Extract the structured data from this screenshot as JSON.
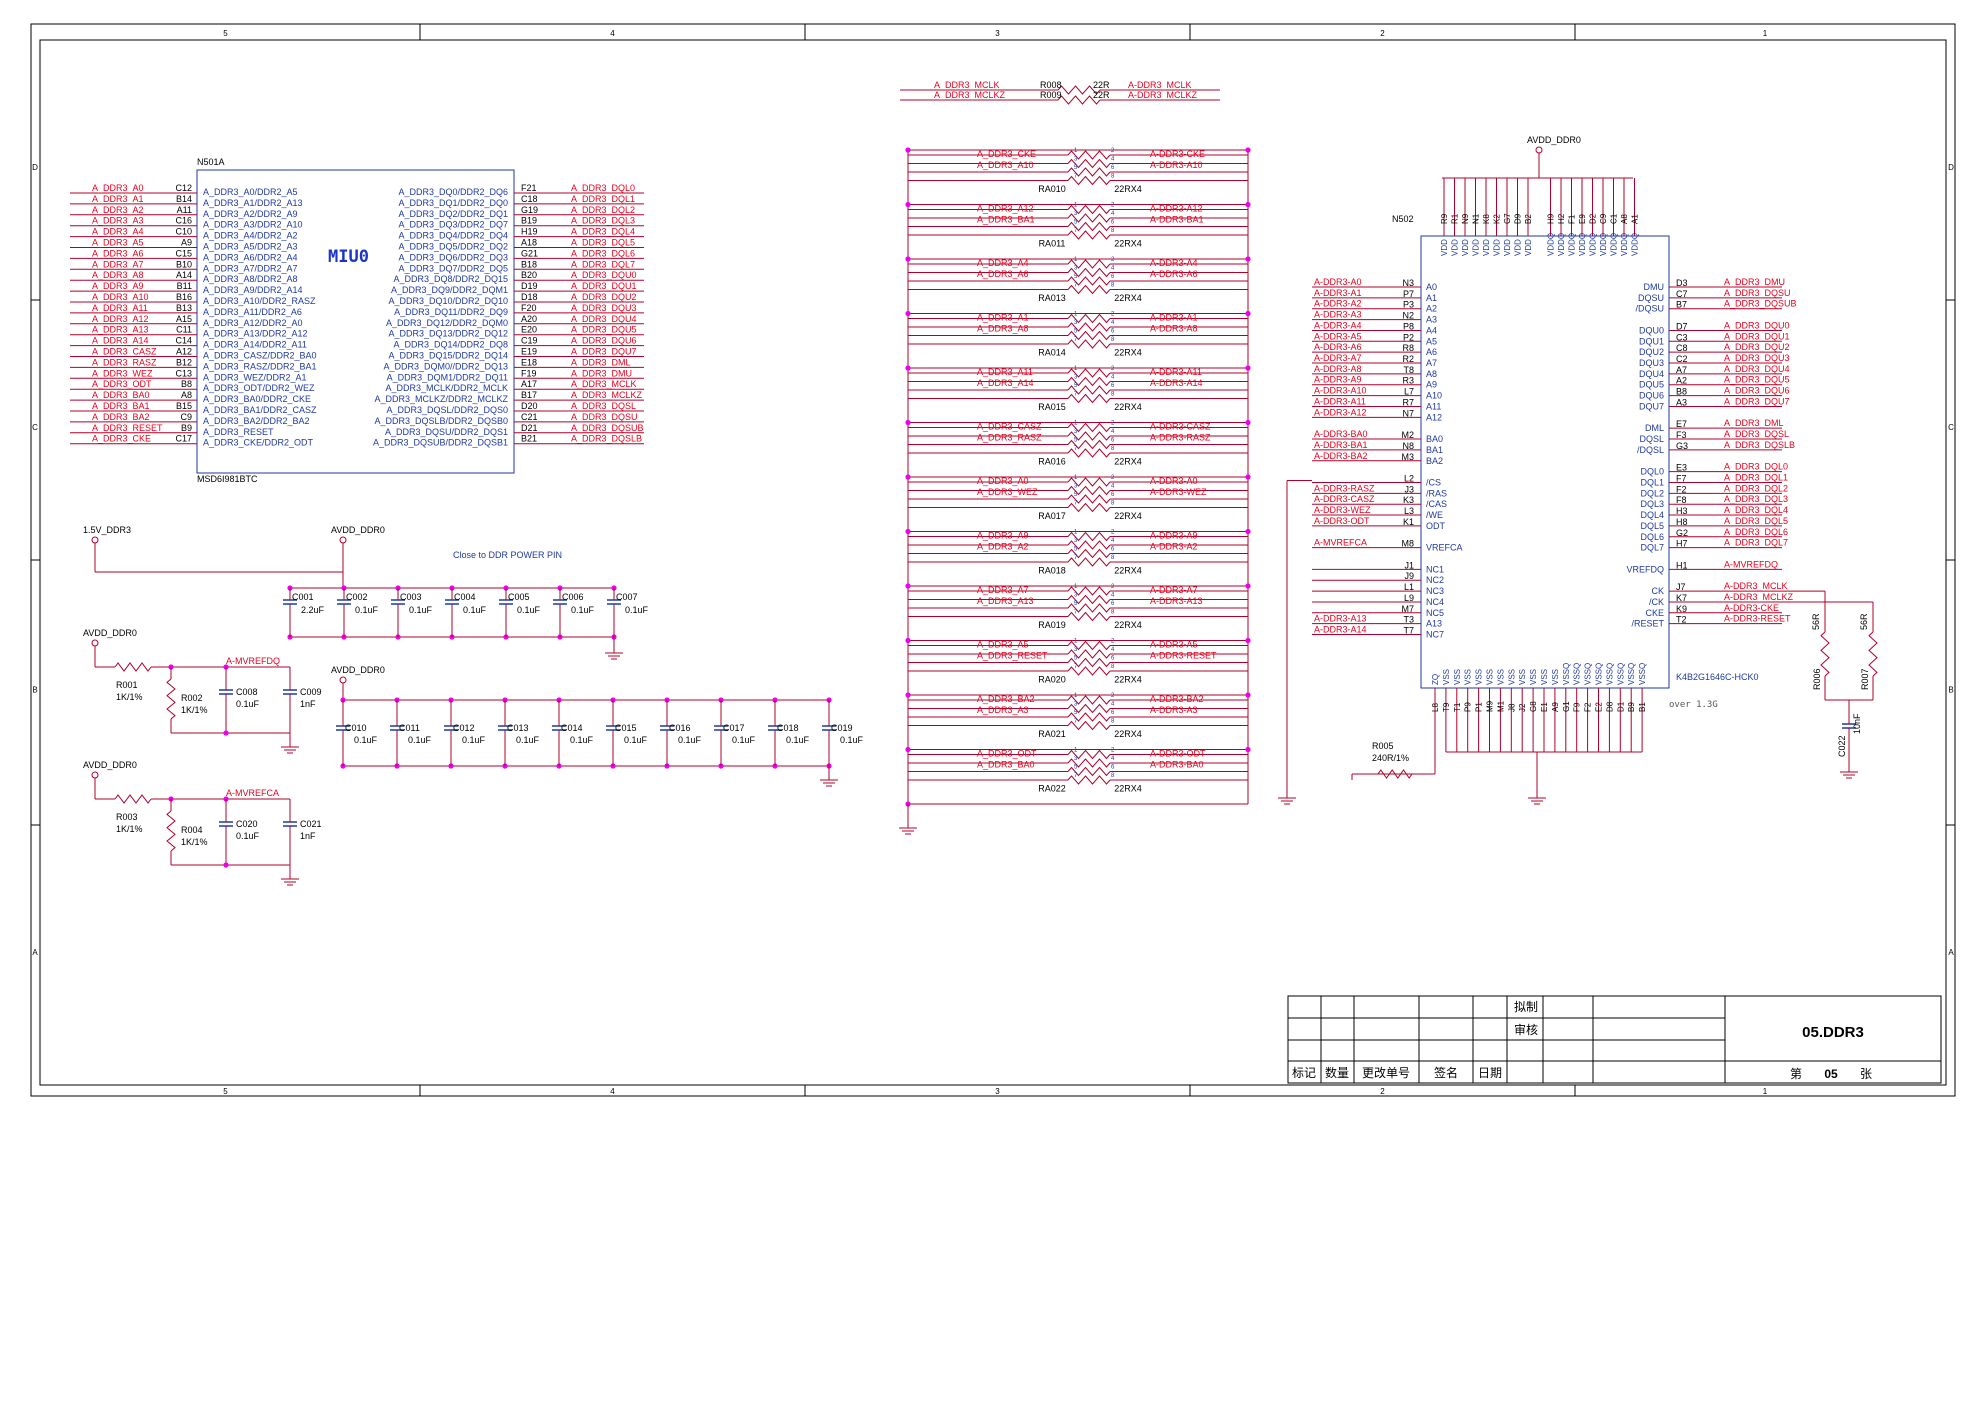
{
  "colors": {
    "wire": "#b0002a",
    "net": "#e8001c",
    "text": "#1f3aa0",
    "pin": "#000000",
    "junction": "#ee00ee",
    "frame": "#000000"
  },
  "frame": {
    "cols_top": [
      "5",
      "4",
      "3",
      "2",
      "1"
    ],
    "rows_left": [
      "D",
      "C",
      "B",
      "A"
    ]
  },
  "u1": {
    "ref": "N501A",
    "part": "MSD6I981BTC",
    "logo": "MIU0",
    "left": [
      {
        "net": "A_DDR3_A0",
        "pin": "C12",
        "sig": "A_DDR3_A0/DDR2_A5"
      },
      {
        "net": "A_DDR3_A1",
        "pin": "B14",
        "sig": "A_DDR3_A1/DDR2_A13"
      },
      {
        "net": "A_DDR3_A2",
        "pin": "A11",
        "sig": "A_DDR3_A2/DDR2_A9"
      },
      {
        "net": "A_DDR3_A3",
        "pin": "C16",
        "sig": "A_DDR3_A3/DDR2_A10"
      },
      {
        "net": "A_DDR3_A4",
        "pin": "C10",
        "sig": "A_DDR3_A4/DDR2_A2"
      },
      {
        "net": "A_DDR3_A5",
        "pin": "A9",
        "sig": "A_DDR3_A5/DDR2_A3"
      },
      {
        "net": "A_DDR3_A6",
        "pin": "C15",
        "sig": "A_DDR3_A6/DDR2_A4"
      },
      {
        "net": "A_DDR3_A7",
        "pin": "B10",
        "sig": "A_DDR3_A7/DDR2_A7"
      },
      {
        "net": "A_DDR3_A8",
        "pin": "A14",
        "sig": "A_DDR3_A8/DDR2_A8"
      },
      {
        "net": "A_DDR3_A9",
        "pin": "B11",
        "sig": "A_DDR3_A9/DDR2_A14"
      },
      {
        "net": "A_DDR3_A10",
        "pin": "B16",
        "sig": "A_DDR3_A10/DDR2_RASZ"
      },
      {
        "net": "A_DDR3_A11",
        "pin": "B13",
        "sig": "A_DDR3_A11/DDR2_A6"
      },
      {
        "net": "A_DDR3_A12",
        "pin": "A15",
        "sig": "A_DDR3_A12/DDR2_A0"
      },
      {
        "net": "A_DDR3_A13",
        "pin": "C11",
        "sig": "A_DDR3_A13/DDR2_A12"
      },
      {
        "net": "A_DDR3_A14",
        "pin": "C14",
        "sig": "A_DDR3_A14/DDR2_A11"
      },
      {
        "net": "A_DDR3_CASZ",
        "pin": "A12",
        "sig": "A_DDR3_CASZ/DDR2_BA0"
      },
      {
        "net": "A_DDR3_RASZ",
        "pin": "B12",
        "sig": "A_DDR3_RASZ/DDR2_BA1"
      },
      {
        "net": "A_DDR3_WEZ",
        "pin": "C13",
        "sig": "A_DDR3_WEZ/DDR2_A1"
      },
      {
        "net": "A_DDR3_ODT",
        "pin": "B8",
        "sig": "A_DDR3_ODT/DDR2_WEZ"
      },
      {
        "net": "A_DDR3_BA0",
        "pin": "A8",
        "sig": "A_DDR3_BA0/DDR2_CKE"
      },
      {
        "net": "A_DDR3_BA1",
        "pin": "B15",
        "sig": "A_DDR3_BA1/DDR2_CASZ"
      },
      {
        "net": "A_DDR3_BA2",
        "pin": "C9",
        "sig": "A_DDR3_BA2/DDR2_BA2"
      },
      {
        "net": "A_DDR3_RESET",
        "pin": "B9",
        "sig": "A_DDR3_RESET"
      },
      {
        "net": "A_DDR3_CKE",
        "pin": "C17",
        "sig": "A_DDR3_CKE/DDR2_ODT"
      }
    ],
    "right": [
      {
        "net": "A_DDR3_DQL0",
        "pin": "F21",
        "sig": "A_DDR3_DQ0/DDR2_DQ6"
      },
      {
        "net": "A_DDR3_DQL1",
        "pin": "C18",
        "sig": "A_DDR3_DQ1/DDR2_DQ0"
      },
      {
        "net": "A_DDR3_DQL2",
        "pin": "G19",
        "sig": "A_DDR3_DQ2/DDR2_DQ1"
      },
      {
        "net": "A_DDR3_DQL3",
        "pin": "B19",
        "sig": "A_DDR3_DQ3/DDR2_DQ7"
      },
      {
        "net": "A_DDR3_DQL4",
        "pin": "H19",
        "sig": "A_DDR3_DQ4/DDR2_DQ4"
      },
      {
        "net": "A_DDR3_DQL5",
        "pin": "A18",
        "sig": "A_DDR3_DQ5/DDR2_DQ2"
      },
      {
        "net": "A_DDR3_DQL6",
        "pin": "G21",
        "sig": "A_DDR3_DQ6/DDR2_DQ3"
      },
      {
        "net": "A_DDR3_DQL7",
        "pin": "B18",
        "sig": "A_DDR3_DQ7/DDR2_DQ5"
      },
      {
        "net": "A_DDR3_DQU0",
        "pin": "B20",
        "sig": "A_DDR3_DQ8/DDR2_DQ15"
      },
      {
        "net": "A_DDR3_DQU1",
        "pin": "D19",
        "sig": "A_DDR3_DQ9/DDR2_DQM1"
      },
      {
        "net": "A_DDR3_DQU2",
        "pin": "D18",
        "sig": "A_DDR3_DQ10/DDR2_DQ10"
      },
      {
        "net": "A_DDR3_DQU3",
        "pin": "F20",
        "sig": "A_DDR3_DQ11/DDR2_DQ9"
      },
      {
        "net": "A_DDR3_DQU4",
        "pin": "A20",
        "sig": "A_DDR3_DQ12/DDR2_DQM0"
      },
      {
        "net": "A_DDR3_DQU5",
        "pin": "E20",
        "sig": "A_DDR3_DQ13/DDR2_DQ12"
      },
      {
        "net": "A_DDR3_DQU6",
        "pin": "C19",
        "sig": "A_DDR3_DQ14/DDR2_DQ8"
      },
      {
        "net": "A_DDR3_DQU7",
        "pin": "E19",
        "sig": "A_DDR3_DQ15/DDR2_DQ14"
      },
      {
        "net": "A_DDR3_DML",
        "pin": "E18",
        "sig": "A_DDR3_DQM0//DDR2_DQ13"
      },
      {
        "net": "A_DDR3_DMU",
        "pin": "F19",
        "sig": "A_DDR3_DQM1/DDR2_DQ11"
      },
      {
        "net": "A_DDR3_MCLK",
        "pin": "A17",
        "sig": "A_DDR3_MCLK/DDR2_MCLK"
      },
      {
        "net": "A_DDR3_MCLKZ",
        "pin": "B17",
        "sig": "A_DDR3_MCLKZ/DDR2_MCLKZ"
      },
      {
        "net": "A_DDR3_DQSL",
        "pin": "D20",
        "sig": "A_DDR3_DQSL/DDR2_DQS0"
      },
      {
        "net": "A_DDR3_DQSU",
        "pin": "C21",
        "sig": "A_DDR3_DQSLB/DDR2_DQSB0"
      },
      {
        "net": "A_DDR3_DQSUB",
        "pin": "D21",
        "sig": "A_DDR3_DQSU/DDR2_DQS1"
      },
      {
        "net": "A_DDR3_DQSLB",
        "pin": "B21",
        "sig": "A_DDR3_DQSUB/DDR2_DQSB1"
      }
    ]
  },
  "rails": {
    "v15": "1.5V_DDR3",
    "avdd": "AVDD_DDR0",
    "note": "Close to DDR POWER PIN"
  },
  "caps1": [
    {
      "ref": "C001",
      "val": "2.2uF"
    },
    {
      "ref": "C002",
      "val": "0.1uF"
    },
    {
      "ref": "C003",
      "val": "0.1uF"
    },
    {
      "ref": "C004",
      "val": "0.1uF"
    },
    {
      "ref": "C005",
      "val": "0.1uF"
    },
    {
      "ref": "C006",
      "val": "0.1uF"
    },
    {
      "ref": "C007",
      "val": "0.1uF"
    }
  ],
  "caps2": [
    {
      "ref": "C010",
      "val": "0.1uF"
    },
    {
      "ref": "C011",
      "val": "0.1uF"
    },
    {
      "ref": "C012",
      "val": "0.1uF"
    },
    {
      "ref": "C013",
      "val": "0.1uF"
    },
    {
      "ref": "C014",
      "val": "0.1uF"
    },
    {
      "ref": "C015",
      "val": "0.1uF"
    },
    {
      "ref": "C016",
      "val": "0.1uF"
    },
    {
      "ref": "C017",
      "val": "0.1uF"
    },
    {
      "ref": "C018",
      "val": "0.1uF"
    },
    {
      "ref": "C019",
      "val": "0.1uF"
    }
  ],
  "dividers": [
    {
      "rail": "AVDD_DDR0",
      "net": "A-MVREFDQ",
      "r1": "R001",
      "r1v": "1K/1%",
      "r2": "R002",
      "r2v": "1K/1%",
      "c1": "C008",
      "c1v": "0.1uF",
      "c2": "C009",
      "c2v": "1nF"
    },
    {
      "rail": "AVDD_DDR0",
      "net": "A-MVREFCA",
      "r1": "R003",
      "r1v": "1K/1%",
      "r2": "R004",
      "r2v": "1K/1%",
      "c1": "C020",
      "c1v": "0.1uF",
      "c2": "C021",
      "c2v": "1nF"
    }
  ],
  "clk": [
    {
      "ref": "R008",
      "val": "22R",
      "in": "A_DDR3_MCLK",
      "out": "A-DDR3_MCLK"
    },
    {
      "ref": "R009",
      "val": "22R",
      "in": "A_DDR3_MCLKZ",
      "out": "A-DDR3_MCLKZ"
    }
  ],
  "arrays": [
    {
      "ref": "RA010",
      "val": "22RX4",
      "nets": [
        [
          "A_DDR3_CKE",
          "A-DDR3-CKE"
        ],
        [
          "A_DDR3_A10",
          "A-DDR3-A10"
        ]
      ]
    },
    {
      "ref": "RA011",
      "val": "22RX4",
      "nets": [
        [
          "A_DDR3_A12",
          "A-DDR3-A12"
        ],
        [
          "A_DDR3_BA1",
          "A-DDR3-BA1"
        ]
      ]
    },
    {
      "ref": "RA013",
      "val": "22RX4",
      "nets": [
        [
          "A_DDR3_A4",
          "A-DDR3-A4"
        ],
        [
          "A_DDR3_A6",
          "A-DDR3-A6"
        ]
      ]
    },
    {
      "ref": "RA014",
      "val": "22RX4",
      "nets": [
        [
          "A_DDR3_A1",
          "A-DDR3-A1"
        ],
        [
          "A_DDR3_A8",
          "A-DDR3-A8"
        ]
      ]
    },
    {
      "ref": "RA015",
      "val": "22RX4",
      "nets": [
        [
          "A_DDR3_A11",
          "A-DDR3-A11"
        ],
        [
          "A_DDR3_A14",
          "A-DDR3-A14"
        ]
      ]
    },
    {
      "ref": "RA016",
      "val": "22RX4",
      "nets": [
        [
          "A_DDR3_CASZ",
          "A-DDR3-CASZ"
        ],
        [
          "A_DDR3_RASZ",
          "A-DDR3-RASZ"
        ]
      ]
    },
    {
      "ref": "RA017",
      "val": "22RX4",
      "nets": [
        [
          "A_DDR3_A0",
          "A-DDR3-A0"
        ],
        [
          "A_DDR3_WEZ",
          "A-DDR3-WEZ"
        ]
      ]
    },
    {
      "ref": "RA018",
      "val": "22RX4",
      "nets": [
        [
          "A_DDR3_A9",
          "A-DDR3-A9"
        ],
        [
          "A_DDR3_A2",
          "A-DDR3-A2"
        ]
      ]
    },
    {
      "ref": "RA019",
      "val": "22RX4",
      "nets": [
        [
          "A_DDR3_A7",
          "A-DDR3-A7"
        ],
        [
          "A_DDR3_A13",
          "A-DDR3-A13"
        ]
      ]
    },
    {
      "ref": "RA020",
      "val": "22RX4",
      "nets": [
        [
          "A_DDR3_A5",
          "A-DDR3-A5"
        ],
        [
          "A_DDR3_RESET",
          "A-DDR3-RESET"
        ]
      ]
    },
    {
      "ref": "RA021",
      "val": "22RX4",
      "nets": [
        [
          "A_DDR3_BA2",
          "A-DDR3-BA2"
        ],
        [
          "A_DDR3_A3",
          "A-DDR3-A3"
        ]
      ]
    },
    {
      "ref": "RA022",
      "val": "22RX4",
      "nets": [
        [
          "A_DDR3_ODT",
          "A-DDR3-ODT"
        ],
        [
          "A_DDR3_BA0",
          "A-DDR3-BA0"
        ]
      ]
    }
  ],
  "array_pins": [
    "1",
    "2",
    "3",
    "4",
    "5",
    "6",
    "7",
    "8"
  ],
  "u2": {
    "ref": "N502",
    "part": "K4B2G1646C-HCK0",
    "rail": "AVDD_DDR0",
    "top_pins": [
      "R9",
      "R1",
      "N9",
      "N1",
      "K8",
      "K2",
      "G7",
      "D9",
      "B2",
      "H9",
      "H2",
      "F1",
      "E9",
      "D2",
      "C9",
      "C1",
      "A8",
      "A1"
    ],
    "top_vdd": [
      "VDD",
      "VDD",
      "VDD",
      "VDD",
      "VDD",
      "VDD",
      "VDD",
      "VDD",
      "VDD",
      "VDDQ",
      "VDDQ",
      "VDDQ",
      "VDDQ",
      "VDDQ",
      "VDDQ",
      "VDDQ",
      "VDDQ",
      "VDDQ"
    ],
    "bot_pins": [
      "L8",
      "T9",
      "T1",
      "P9",
      "P1",
      "M9",
      "M1",
      "J8",
      "J2",
      "G8",
      "E1",
      "A9",
      "G1",
      "F9",
      "F2",
      "E2",
      "D8",
      "D1",
      "B9",
      "B1"
    ],
    "bot_sig": [
      "ZQ",
      "VSS",
      "VSS",
      "VSS",
      "VSS",
      "VSS",
      "VSS",
      "VSS",
      "VSS",
      "VSS",
      "VSS",
      "VSS",
      "VSSQ",
      "VSSQ",
      "VSSQ",
      "VSSQ",
      "VSSQ",
      "VSSQ",
      "VSSQ",
      "VSSQ"
    ],
    "left": [
      {
        "net": "A-DDR3-A0",
        "pin": "N3",
        "sig": "A0"
      },
      {
        "net": "A-DDR3-A1",
        "pin": "P7",
        "sig": "A1"
      },
      {
        "net": "A-DDR3-A2",
        "pin": "P3",
        "sig": "A2"
      },
      {
        "net": "A-DDR3-A3",
        "pin": "N2",
        "sig": "A3"
      },
      {
        "net": "A-DDR3-A4",
        "pin": "P8",
        "sig": "A4"
      },
      {
        "net": "A-DDR3-A5",
        "pin": "P2",
        "sig": "A5"
      },
      {
        "net": "A-DDR3-A6",
        "pin": "R8",
        "sig": "A6"
      },
      {
        "net": "A-DDR3-A7",
        "pin": "R2",
        "sig": "A7"
      },
      {
        "net": "A-DDR3-A8",
        "pin": "T8",
        "sig": "A8"
      },
      {
        "net": "A-DDR3-A9",
        "pin": "R3",
        "sig": "A9"
      },
      {
        "net": "A-DDR3-A10",
        "pin": "L7",
        "sig": "A10"
      },
      {
        "net": "A-DDR3-A11",
        "pin": "R7",
        "sig": "A11"
      },
      {
        "net": "A-DDR3-A12",
        "pin": "N7",
        "sig": "A12"
      },
      {
        "net": "",
        "pin": "",
        "sig": ""
      },
      {
        "net": "A-DDR3-BA0",
        "pin": "M2",
        "sig": "BA0"
      },
      {
        "net": "A-DDR3-BA1",
        "pin": "N8",
        "sig": "BA1"
      },
      {
        "net": "A-DDR3-BA2",
        "pin": "M3",
        "sig": "BA2"
      },
      {
        "net": "",
        "pin": "",
        "sig": ""
      },
      {
        "net": "",
        "pin": "L2",
        "sig": "/CS"
      },
      {
        "net": "A-DDR3-RASZ",
        "pin": "J3",
        "sig": "/RAS"
      },
      {
        "net": "A-DDR3-CASZ",
        "pin": "K3",
        "sig": "/CAS"
      },
      {
        "net": "A-DDR3-WEZ",
        "pin": "L3",
        "sig": "/WE"
      },
      {
        "net": "A-DDR3-ODT",
        "pin": "K1",
        "sig": "ODT"
      },
      {
        "net": "",
        "pin": "",
        "sig": ""
      },
      {
        "net": "A-MVREFCA",
        "pin": "M8",
        "sig": "VREFCA"
      },
      {
        "net": "",
        "pin": "",
        "sig": ""
      },
      {
        "net": "",
        "pin": "J1",
        "sig": "NC1"
      },
      {
        "net": "",
        "pin": "J9",
        "sig": "NC2"
      },
      {
        "net": "",
        "pin": "L1",
        "sig": "NC3"
      },
      {
        "net": "",
        "pin": "L9",
        "sig": "NC4"
      },
      {
        "net": "",
        "pin": "M7",
        "sig": "NC5"
      },
      {
        "net": "A-DDR3-A13",
        "pin": "T3",
        "sig": "A13"
      },
      {
        "net": "A-DDR3-A14",
        "pin": "T7",
        "sig": "NC7"
      }
    ],
    "right": [
      {
        "net": "A_DDR3_DMU",
        "pin": "D3",
        "sig": "DMU"
      },
      {
        "net": "A_DDR3_DQSU",
        "pin": "C7",
        "sig": "DQSU"
      },
      {
        "net": "A_DDR3_DQSUB",
        "pin": "B7",
        "sig": "/DQSU"
      },
      {
        "net": "",
        "pin": "",
        "sig": ""
      },
      {
        "net": "A_DDR3_DQU0",
        "pin": "D7",
        "sig": "DQU0"
      },
      {
        "net": "A_DDR3_DQU1",
        "pin": "C3",
        "sig": "DQU1"
      },
      {
        "net": "A_DDR3_DQU2",
        "pin": "C8",
        "sig": "DQU2"
      },
      {
        "net": "A_DDR3_DQU3",
        "pin": "C2",
        "sig": "DQU3"
      },
      {
        "net": "A_DDR3_DQU4",
        "pin": "A7",
        "sig": "DQU4"
      },
      {
        "net": "A_DDR3_DQU5",
        "pin": "A2",
        "sig": "DQU5"
      },
      {
        "net": "A_DDR3_DQU6",
        "pin": "B8",
        "sig": "DQU6"
      },
      {
        "net": "A_DDR3_DQU7",
        "pin": "A3",
        "sig": "DQU7"
      },
      {
        "net": "",
        "pin": "",
        "sig": ""
      },
      {
        "net": "A_DDR3_DML",
        "pin": "E7",
        "sig": "DML"
      },
      {
        "net": "A_DDR3_DQSL",
        "pin": "F3",
        "sig": "DQSL"
      },
      {
        "net": "A_DDR3_DQSLB",
        "pin": "G3",
        "sig": "/DQSL"
      },
      {
        "net": "",
        "pin": "",
        "sig": ""
      },
      {
        "net": "A_DDR3_DQL0",
        "pin": "E3",
        "sig": "DQL0"
      },
      {
        "net": "A_DDR3_DQL1",
        "pin": "F7",
        "sig": "DQL1"
      },
      {
        "net": "A_DDR3_DQL2",
        "pin": "F2",
        "sig": "DQL2"
      },
      {
        "net": "A_DDR3_DQL3",
        "pin": "F8",
        "sig": "DQL3"
      },
      {
        "net": "A_DDR3_DQL4",
        "pin": "H3",
        "sig": "DQL4"
      },
      {
        "net": "A_DDR3_DQL5",
        "pin": "H8",
        "sig": "DQL5"
      },
      {
        "net": "A_DDR3_DQL6",
        "pin": "G2",
        "sig": "DQL6"
      },
      {
        "net": "A_DDR3_DQL7",
        "pin": "H7",
        "sig": "DQL7"
      },
      {
        "net": "",
        "pin": "",
        "sig": ""
      },
      {
        "net": "A-MVREFDQ",
        "pin": "H1",
        "sig": "VREFDQ"
      },
      {
        "net": "",
        "pin": "",
        "sig": ""
      },
      {
        "net": "A-DDR3_MCLK",
        "pin": "J7",
        "sig": "CK"
      },
      {
        "net": "A-DDR3_MCLKZ",
        "pin": "K7",
        "sig": "/CK"
      },
      {
        "net": "A-DDR3-CKE",
        "pin": "K9",
        "sig": "CKE"
      },
      {
        "net": "A-DDR3-RESET",
        "pin": "T2",
        "sig": "/RESET"
      }
    ],
    "zq": {
      "ref": "R005",
      "val": "240R/1%"
    },
    "term": [
      {
        "ref": "R006",
        "val": "56R"
      },
      {
        "ref": "R007",
        "val": "56R"
      }
    ],
    "term_cap": {
      "ref": "C022",
      "val": "10nF"
    },
    "note": "over 1.3G"
  },
  "title_block": {
    "drawn": "拟制",
    "check": "审核",
    "title": "05.DDR3",
    "mark": "标记",
    "qty": "数量",
    "change": "更改单号",
    "sign": "签名",
    "date": "日期",
    "sheet_pre": "第",
    "sheet_no": "05",
    "sheet_post": "张"
  }
}
